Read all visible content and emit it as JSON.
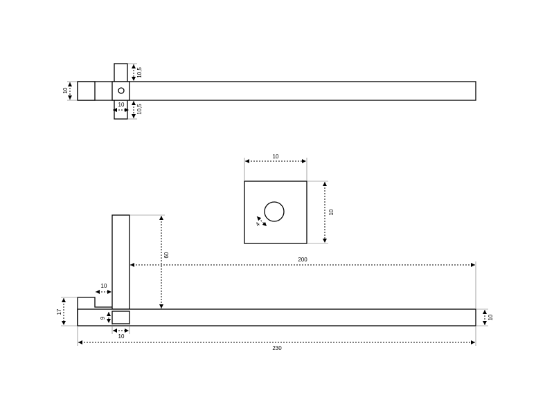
{
  "drawing": {
    "top_view": {
      "dim_height": "10",
      "dim_upper": "10,5",
      "dim_lower": "10,5",
      "dim_width": "10"
    },
    "detail_view": {
      "dim_width": "10",
      "dim_height": "10",
      "dim_hole": "4"
    },
    "side_view": {
      "dim_post": "60",
      "dim_arm": "200",
      "dim_gap": "10",
      "dim_step": "17",
      "dim_block_h": "9",
      "dim_block_w": "10",
      "dim_total": "230",
      "dim_bar": "10"
    }
  }
}
